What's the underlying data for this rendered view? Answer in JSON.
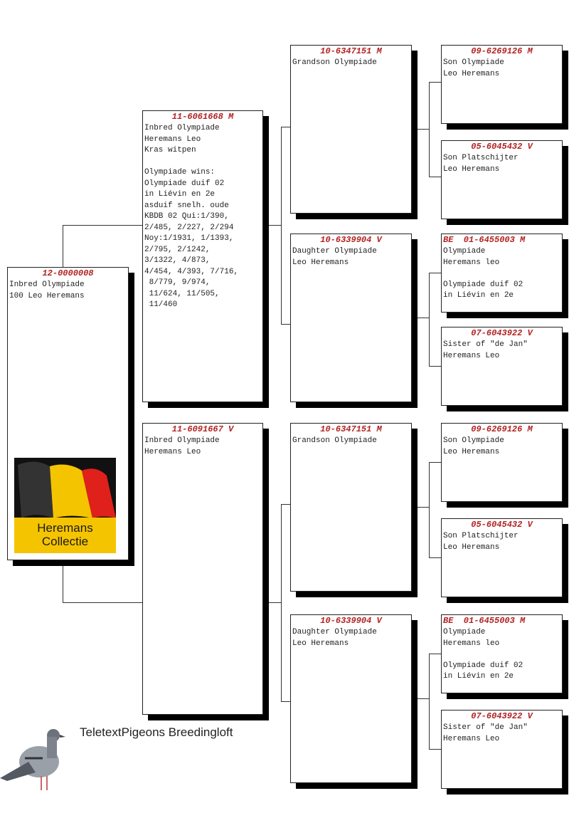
{
  "subject": {
    "ring": "12-0000008",
    "lines": "Inbred Olympiade\n100 Leo Heremans"
  },
  "sire": {
    "ring": "11-6061668 M",
    "lines": "Inbred Olympiade\nHeremans Leo\nKras witpen\n\nOlympiade wins:\nOlympiade duif 02\nin Liévin en 2e\nasduif snelh. oude\nKBDB 02 Qui:1/390,\n2/485, 2/227, 2/294\nNoy:1/1931, 1/1393,\n2/795, 2/1242,\n3/1322, 4/873,\n4/454, 4/393, 7/716,\n 8/779, 9/974,\n 11/624, 11/505,\n 11/460"
  },
  "dam": {
    "ring": "11-6091667 V",
    "lines": "Inbred Olympiade\nHeremans Leo"
  },
  "gen2": [
    {
      "ring": "10-6347151 M",
      "lines": "Grandson Olympiade"
    },
    {
      "ring": "10-6339904 V",
      "lines": "Daughter Olympiade\nLeo Heremans"
    },
    {
      "ring": "10-6347151 M",
      "lines": "Grandson Olympiade"
    },
    {
      "ring": "10-6339904 V",
      "lines": "Daughter Olympiade\nLeo Heremans"
    }
  ],
  "gen3": [
    {
      "ring": "09-6269126 M",
      "lines": "Son Olympiade\nLeo Heremans"
    },
    {
      "ring": "05-6045432 V",
      "lines": "Son Platschijter\nLeo Heremans"
    },
    {
      "ring": "BE  01-6455003 M",
      "lines": "Olympiade\nHeremans leo\n\nOlympiade duif 02\nin Liévin en 2e",
      "left": true
    },
    {
      "ring": "07-6043922 V",
      "lines": "Sister of \"de Jan\"\nHeremans Leo"
    },
    {
      "ring": "09-6269126 M",
      "lines": "Son Olympiade\nLeo Heremans"
    },
    {
      "ring": "05-6045432 V",
      "lines": "Son Platschijter\nLeo Heremans"
    },
    {
      "ring": "BE  01-6455003 M",
      "lines": "Olympiade\nHeremans leo\n\nOlympiade duif 02\nin Liévin en 2e",
      "left": true
    },
    {
      "ring": "07-6043922 V",
      "lines": "Sister of \"de Jan\"\nHeremans Leo"
    }
  ],
  "logo": {
    "caption_line1": "Heremans",
    "caption_line2": "Collectie",
    "colors": [
      "#111111",
      "#f5c400",
      "#e0201b"
    ]
  },
  "footer": {
    "text": "TeletextPigeons Breedingloft"
  }
}
